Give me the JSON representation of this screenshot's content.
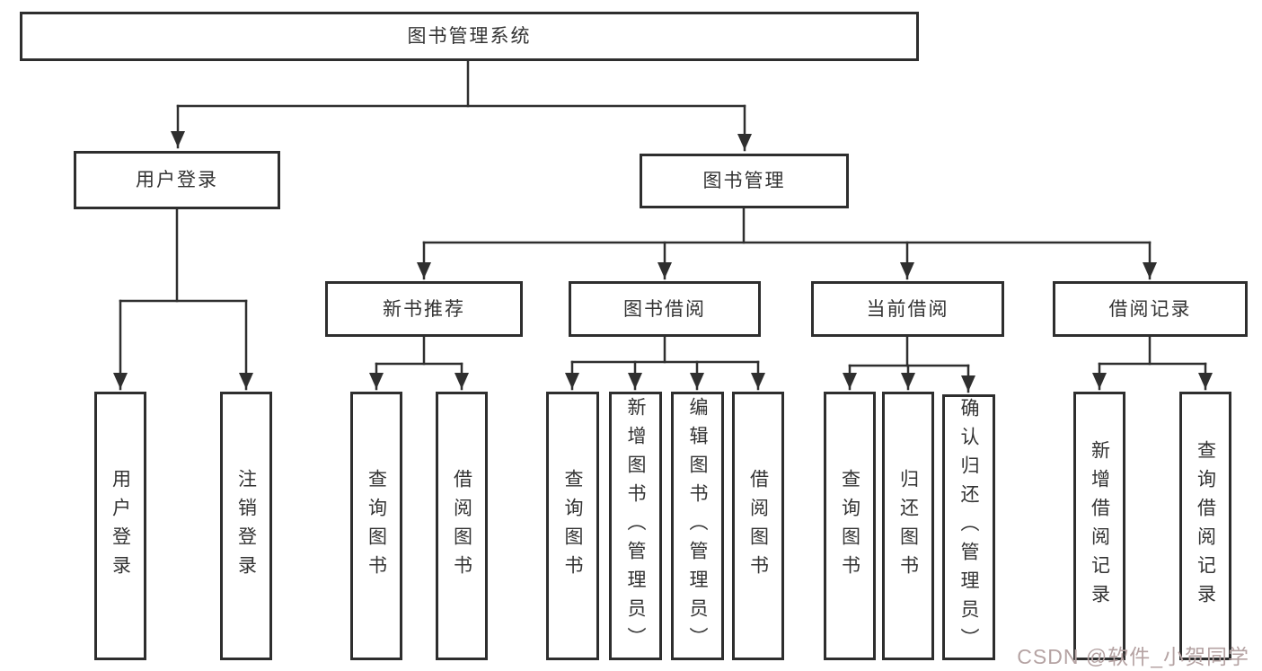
{
  "tree": {
    "label": "图书管理系统",
    "children": [
      {
        "label": "用户登录",
        "children": [
          {
            "label": "用户登录"
          },
          {
            "label": "注销登录"
          }
        ]
      },
      {
        "label": "图书管理",
        "children": [
          {
            "label": "新书推荐",
            "children": [
              {
                "label": "查询图书"
              },
              {
                "label": "借阅图书"
              }
            ]
          },
          {
            "label": "图书借阅",
            "children": [
              {
                "label": "查询图书"
              },
              {
                "label": "新增图书（管理员）"
              },
              {
                "label": "编辑图书（管理员）"
              },
              {
                "label": "借阅图书"
              }
            ]
          },
          {
            "label": "当前借阅",
            "children": [
              {
                "label": "查询图书"
              },
              {
                "label": "归还图书"
              },
              {
                "label": "确认归还（管理员）"
              }
            ]
          },
          {
            "label": "借阅记录",
            "children": [
              {
                "label": "新增借阅记录"
              },
              {
                "label": "查询借阅记录"
              }
            ]
          }
        ]
      }
    ]
  },
  "watermark": {
    "text": "CSDN @软件_小贺同学",
    "color": "#b5a3a3"
  },
  "colors": {
    "background": "#ffffff",
    "box_border": "#2e2e2e",
    "connector_line": "#2f2f2f",
    "text": "#333333"
  }
}
